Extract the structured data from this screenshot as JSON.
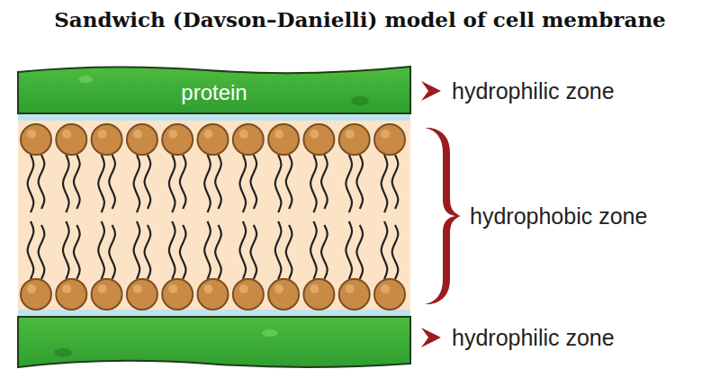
{
  "diagram": {
    "title": "Sandwich (Davson–Danielli) model of cell membrane",
    "nodes": [
      {
        "text": [
          "protein"
        ]
      }
    ],
    "labels": [
      "hydrophilic zone",
      "hydrophobic zone",
      "hydrophilic zone"
    ]
  }
}
